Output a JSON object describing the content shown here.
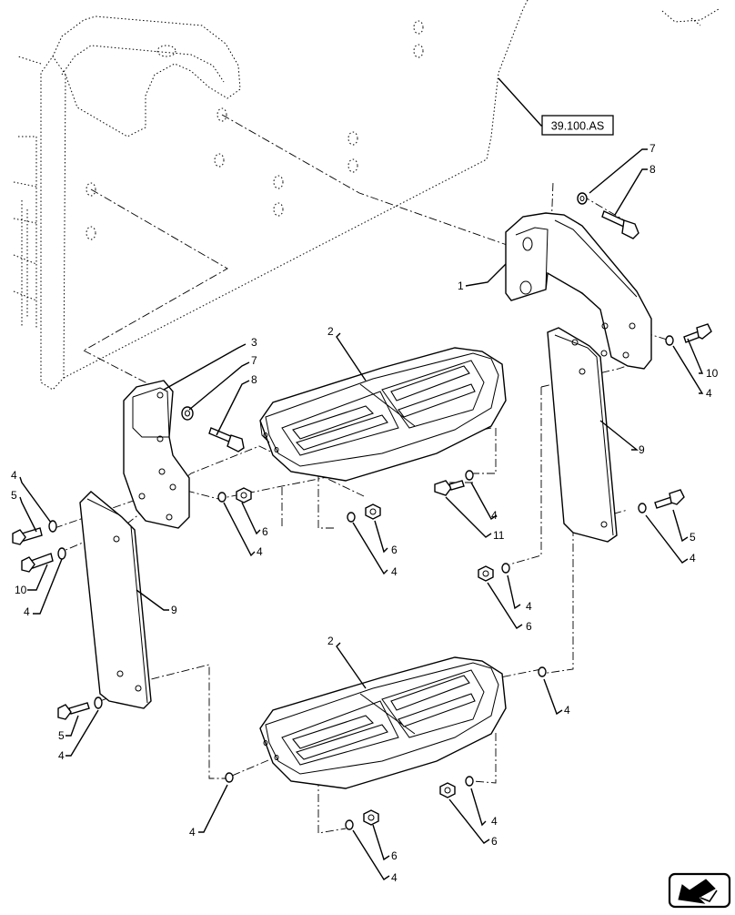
{
  "reference_label": "39.100.AS",
  "callouts": [
    {
      "id": "c7a",
      "text": "7"
    },
    {
      "id": "c8a",
      "text": "8"
    },
    {
      "id": "c1",
      "text": "1"
    },
    {
      "id": "c10a",
      "text": "10"
    },
    {
      "id": "c4a",
      "text": "4"
    },
    {
      "id": "c9a",
      "text": "9"
    },
    {
      "id": "c3",
      "text": "3"
    },
    {
      "id": "c7b",
      "text": "7"
    },
    {
      "id": "c8b",
      "text": "8"
    },
    {
      "id": "c2a",
      "text": "2"
    },
    {
      "id": "c4b",
      "text": "4"
    },
    {
      "id": "c5a",
      "text": "5"
    },
    {
      "id": "c6a",
      "text": "6"
    },
    {
      "id": "c4c",
      "text": "4"
    },
    {
      "id": "c10b",
      "text": "10"
    },
    {
      "id": "c4d",
      "text": "4"
    },
    {
      "id": "c9b",
      "text": "9"
    },
    {
      "id": "c6b",
      "text": "6"
    },
    {
      "id": "c4e",
      "text": "4"
    },
    {
      "id": "c4f",
      "text": "4"
    },
    {
      "id": "c11",
      "text": "11"
    },
    {
      "id": "c5b",
      "text": "5"
    },
    {
      "id": "c4g",
      "text": "4"
    },
    {
      "id": "c4h",
      "text": "4"
    },
    {
      "id": "c6c",
      "text": "6"
    },
    {
      "id": "c2b",
      "text": "2"
    },
    {
      "id": "c4i",
      "text": "4"
    },
    {
      "id": "c5c",
      "text": "5"
    },
    {
      "id": "c4j",
      "text": "4"
    },
    {
      "id": "c4k",
      "text": "4"
    },
    {
      "id": "c4l",
      "text": "4"
    },
    {
      "id": "c6d",
      "text": "6"
    },
    {
      "id": "c6e",
      "text": "6"
    },
    {
      "id": "c4m",
      "text": "4"
    }
  ],
  "nav_icon": "previous-page-arrow-icon"
}
